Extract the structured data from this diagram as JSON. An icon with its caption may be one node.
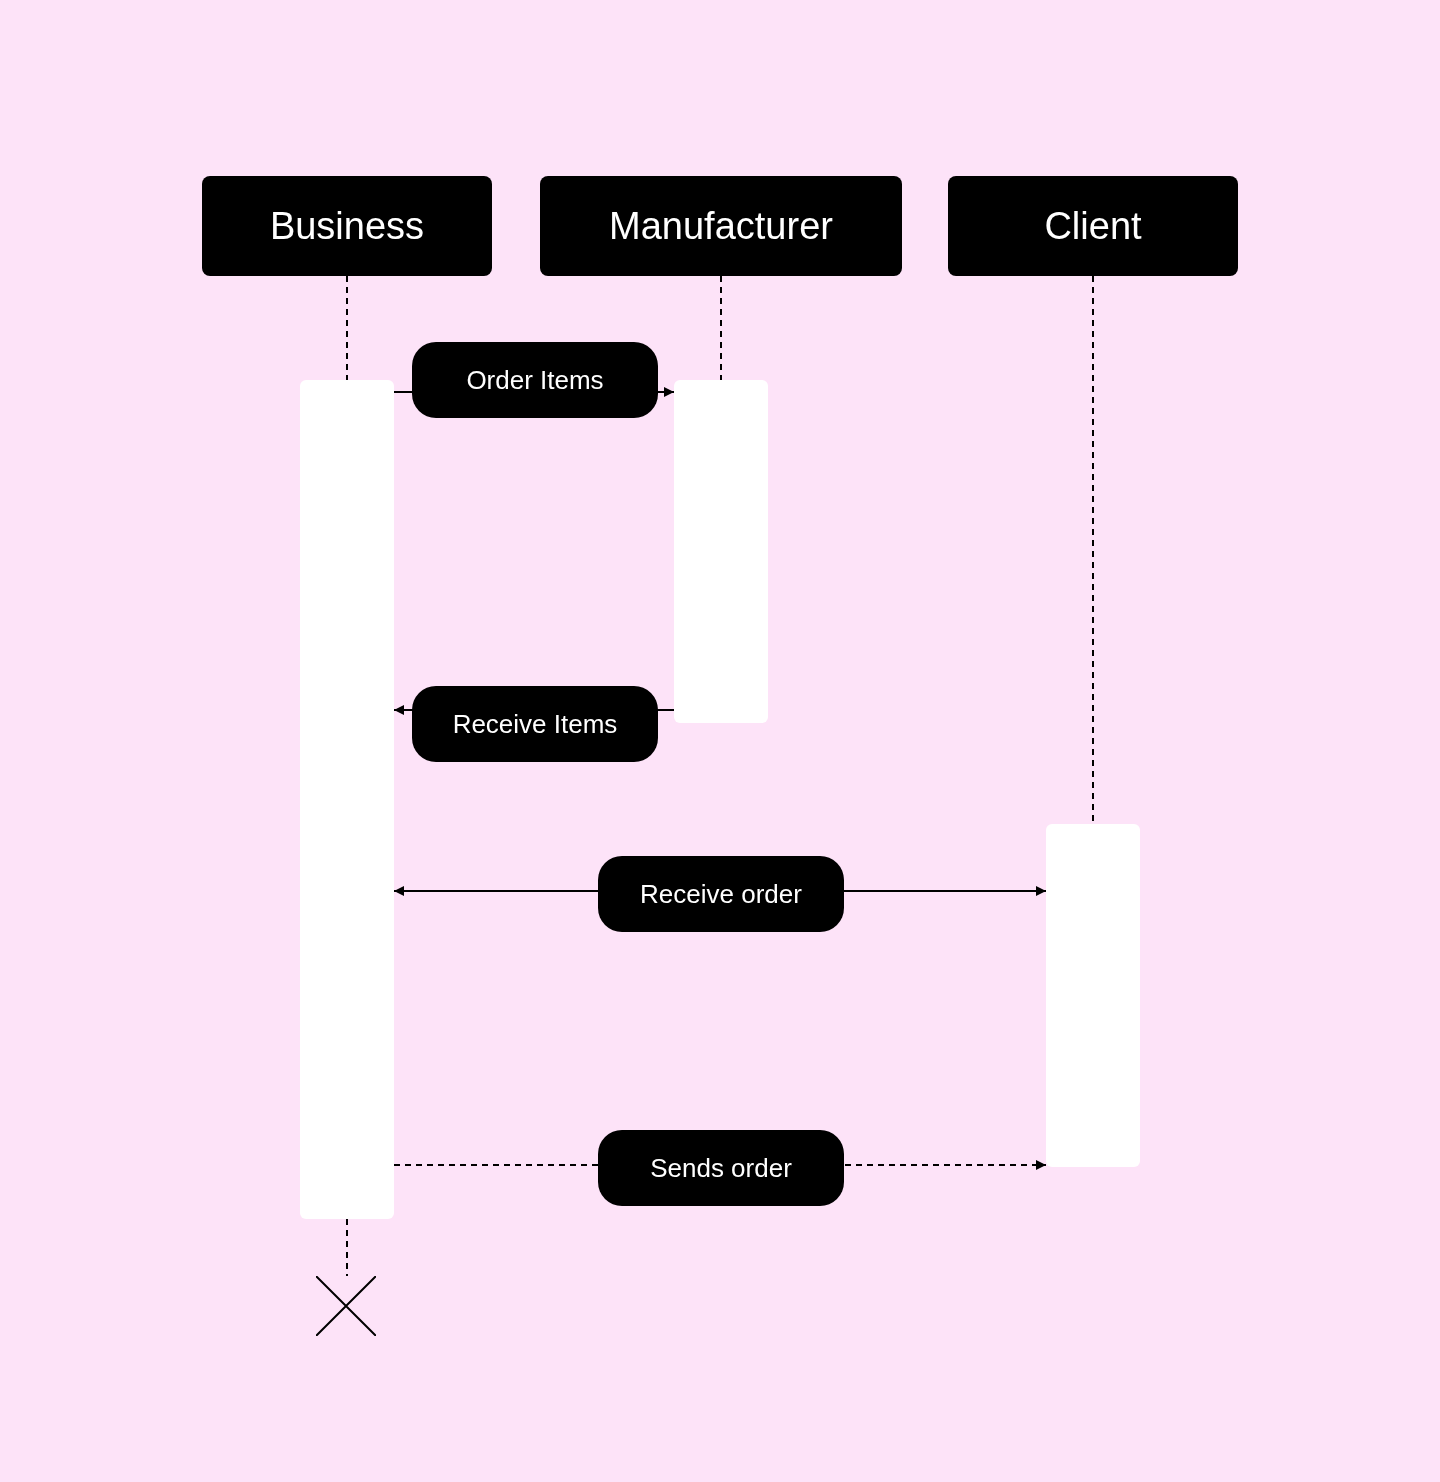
{
  "diagram": {
    "nodes": [
      {
        "text": [
          "Business"
        ]
      },
      {
        "text": [
          "Manufacturer"
        ]
      },
      {
        "text": [
          "Client"
        ]
      },
      {
        "text": [],
        "shape": "bar"
      },
      {
        "text": [],
        "shape": "bar"
      },
      {
        "text": [],
        "shape": "bar"
      },
      {
        "text": [],
        "shape": "cross"
      }
    ],
    "edges": [
      {
        "from": 0,
        "to": 3,
        "arrow": "none",
        "style": "dashed"
      },
      {
        "from": 1,
        "to": 4,
        "arrow": "none",
        "style": "dashed"
      },
      {
        "from": 2,
        "to": 5,
        "arrow": "none",
        "style": "dashed"
      },
      {
        "from": 3,
        "to": 4,
        "arrow": "to",
        "label": "Order Items"
      },
      {
        "from": 4,
        "to": 3,
        "arrow": "to",
        "label": "Receive Items"
      },
      {
        "from": 3,
        "to": 5,
        "arrow": "both",
        "label": "Receive order"
      },
      {
        "from": 3,
        "to": 5,
        "arrow": "to",
        "label": "Sends order",
        "style": "dashed"
      },
      {
        "from": 3,
        "to": 6,
        "arrow": "none",
        "style": "dashed"
      }
    ]
  }
}
